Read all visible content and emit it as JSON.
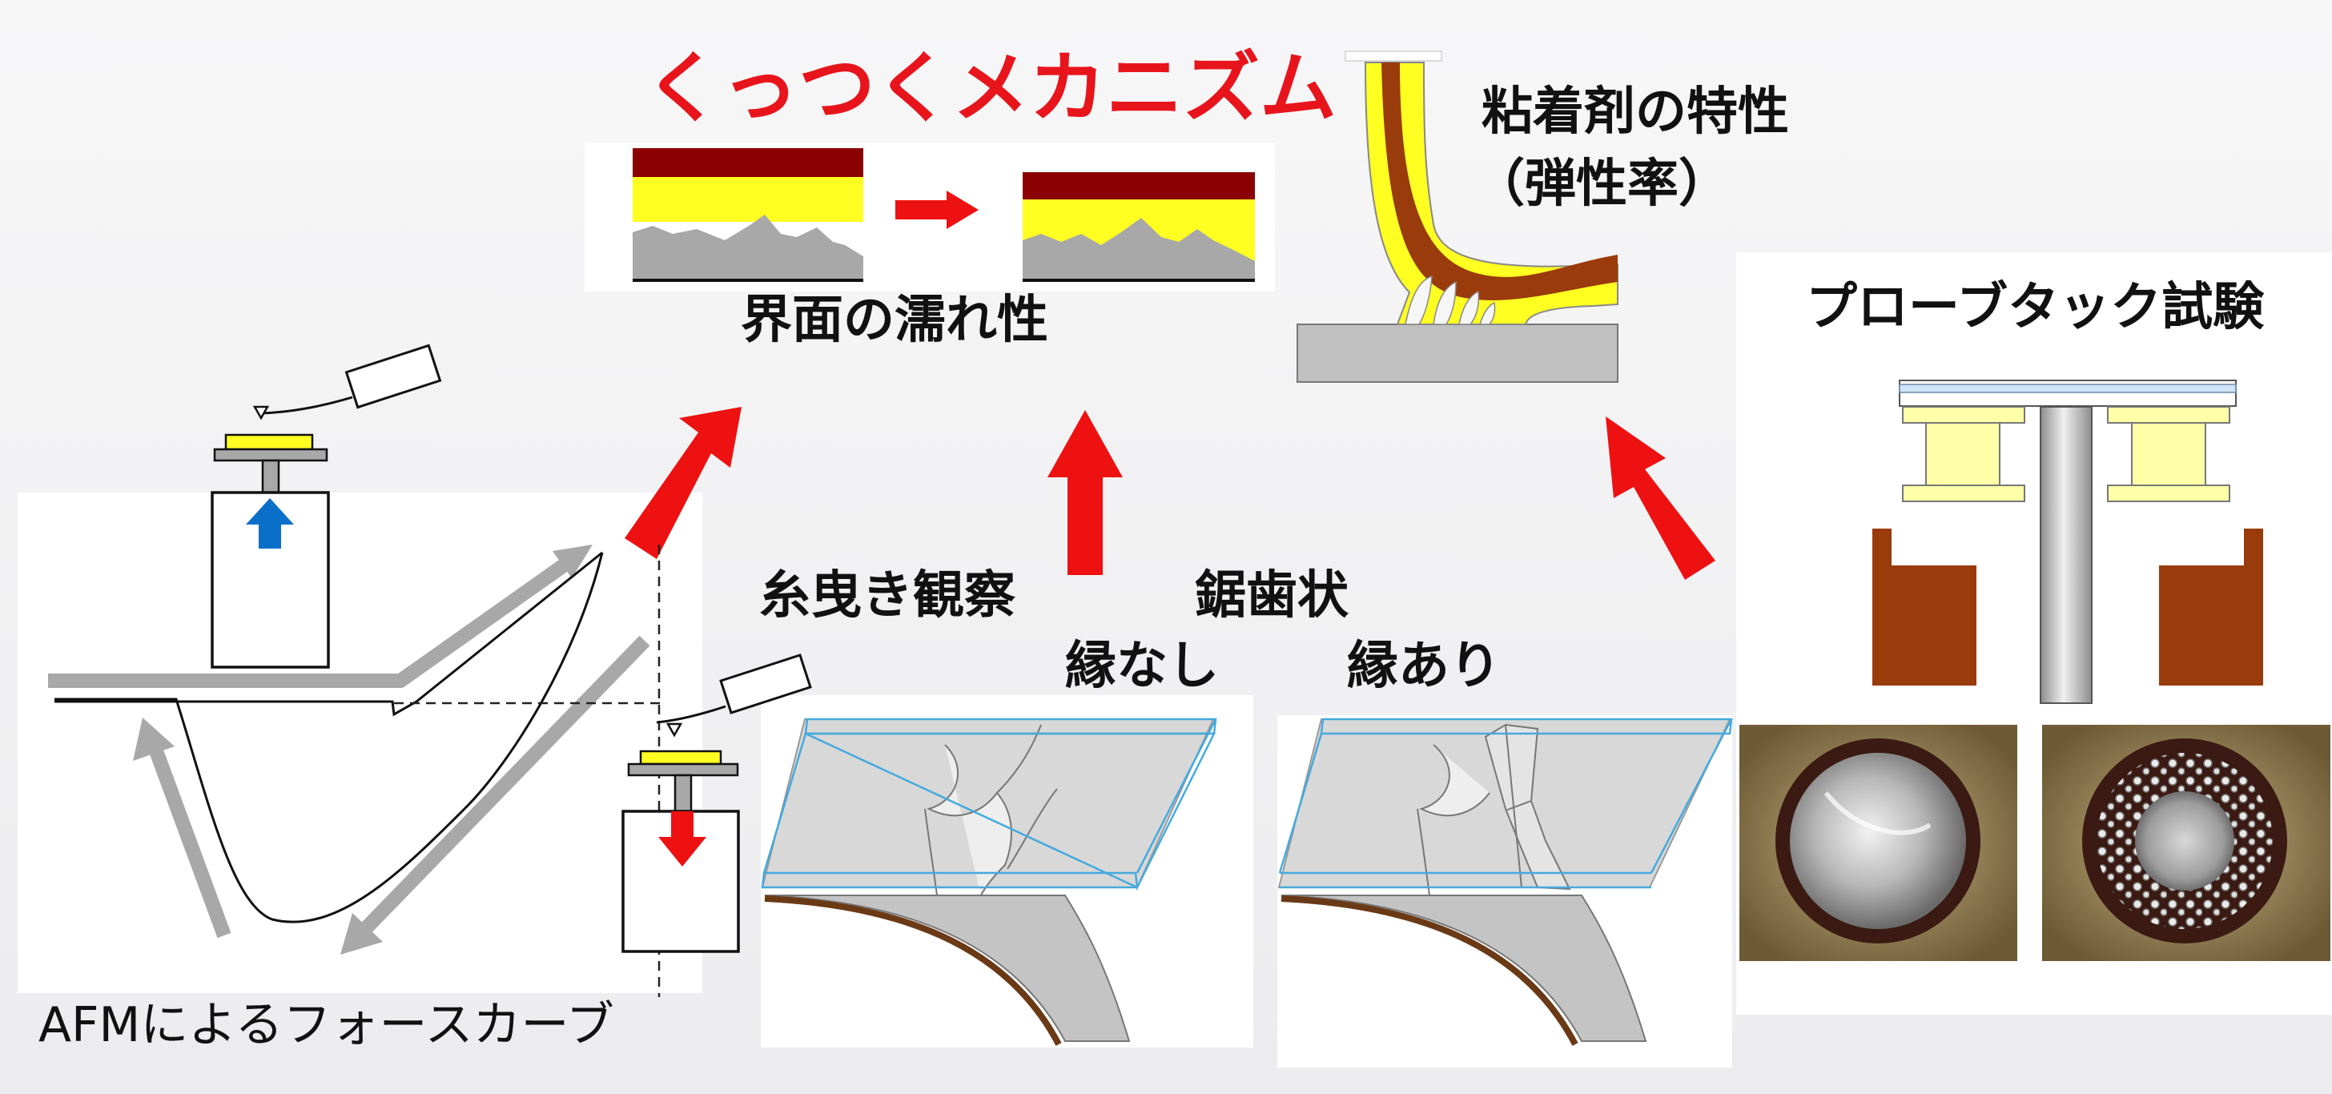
{
  "title": "くっつくメカニズム",
  "colors": {
    "title": "#e8141c",
    "arrow": "#ee1111",
    "adhesive_yellow": "#ffff22",
    "dark_red": "#8b0000",
    "brown": "#9a3b0b",
    "gray": "#a8a8a8",
    "blue_arrow": "#0a6fc8",
    "glass_edge": "#44aadd"
  },
  "mechanism": {
    "wetting_label": "界面の濡れ性",
    "properties_label_line1": "粘着剤の特性",
    "properties_label_line2": "（弾性率）"
  },
  "methods": {
    "afm_label": "AFMによるフォースカーブ",
    "stringing_label": "糸曳き観察",
    "sawtooth_label": "鋸歯状",
    "no_edge_label": "縁なし",
    "with_edge_label": "縁あり",
    "probe_tack_label": "プローブタック試験"
  }
}
